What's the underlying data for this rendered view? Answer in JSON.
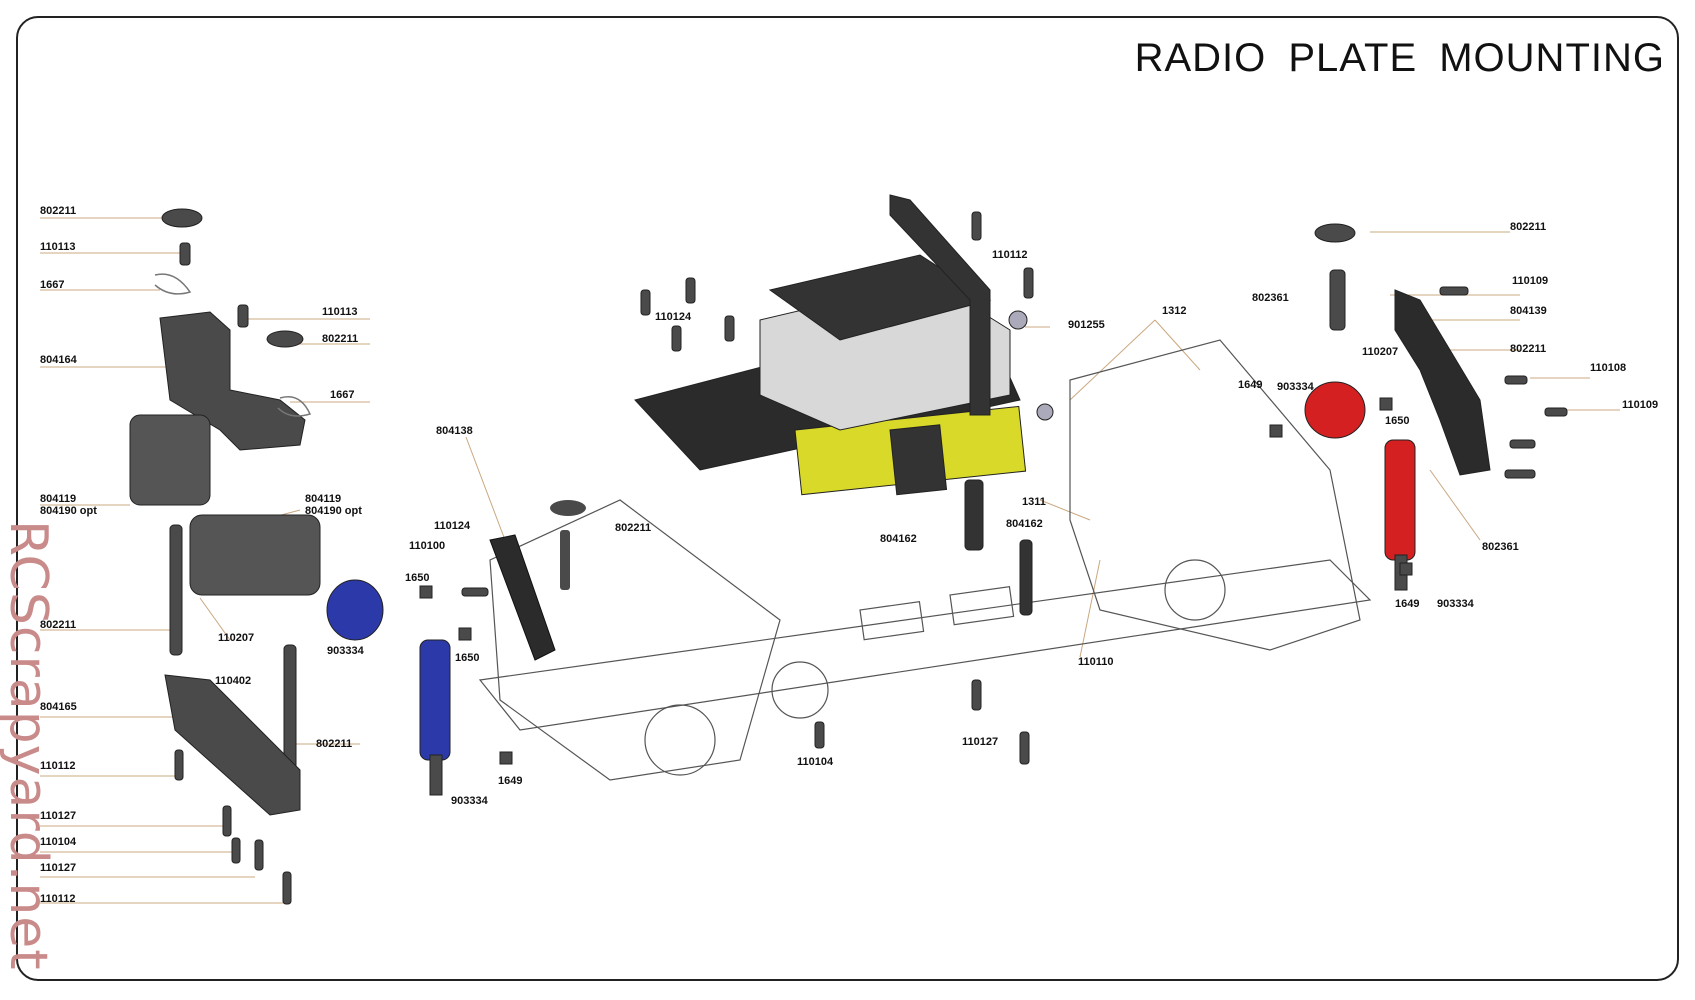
{
  "title": "RADIO PLATE MOUNTING",
  "watermark": "RCScrapyard.net",
  "colors": {
    "frame": "#222222",
    "part_dark": "#4a4a4a",
    "carbon": "#2b2b2b",
    "servo_box": "#d8d8d8",
    "battery": "#d9d92a",
    "shock_blue": "#2b3aa8",
    "shock_red": "#d42020",
    "leader": "#c9a880",
    "watermark": "#c98a8a"
  },
  "part_labels": [
    {
      "id": "l1",
      "text": "802211"
    },
    {
      "id": "l2",
      "text": "110113"
    },
    {
      "id": "l3",
      "text": "1667"
    },
    {
      "id": "l4",
      "text": "110113"
    },
    {
      "id": "l5",
      "text": "802211"
    },
    {
      "id": "l6",
      "text": "804164"
    },
    {
      "id": "l7",
      "text": "1667"
    },
    {
      "id": "l8",
      "text": "804119"
    },
    {
      "id": "l9",
      "text": "804190 opt"
    },
    {
      "id": "l10",
      "text": "804119"
    },
    {
      "id": "l11",
      "text": "804190 opt"
    },
    {
      "id": "l12",
      "text": "802211"
    },
    {
      "id": "l13",
      "text": "110207"
    },
    {
      "id": "l14",
      "text": "903334"
    },
    {
      "id": "l15",
      "text": "110402"
    },
    {
      "id": "l16",
      "text": "804165"
    },
    {
      "id": "l17",
      "text": "802211"
    },
    {
      "id": "l18",
      "text": "110112"
    },
    {
      "id": "l19",
      "text": "110127"
    },
    {
      "id": "l20",
      "text": "110104"
    },
    {
      "id": "l21",
      "text": "110127"
    },
    {
      "id": "l22",
      "text": "110112"
    },
    {
      "id": "l23",
      "text": "804138"
    },
    {
      "id": "l24",
      "text": "110124"
    },
    {
      "id": "l25",
      "text": "802211"
    },
    {
      "id": "l26",
      "text": "110100"
    },
    {
      "id": "l27",
      "text": "1650"
    },
    {
      "id": "l28",
      "text": "1650"
    },
    {
      "id": "l29",
      "text": "1649"
    },
    {
      "id": "l30",
      "text": "903334"
    },
    {
      "id": "l31",
      "text": "110124"
    },
    {
      "id": "l32",
      "text": "110112"
    },
    {
      "id": "l33",
      "text": "901255"
    },
    {
      "id": "l34",
      "text": "1312"
    },
    {
      "id": "l35",
      "text": "1311"
    },
    {
      "id": "l36",
      "text": "804162"
    },
    {
      "id": "l37",
      "text": "804162"
    },
    {
      "id": "l38",
      "text": "110110"
    },
    {
      "id": "l39",
      "text": "110104"
    },
    {
      "id": "l40",
      "text": "110127"
    },
    {
      "id": "l41",
      "text": "802211"
    },
    {
      "id": "l42",
      "text": "802361"
    },
    {
      "id": "l43",
      "text": "110109"
    },
    {
      "id": "l44",
      "text": "804139"
    },
    {
      "id": "l45",
      "text": "110207"
    },
    {
      "id": "l46",
      "text": "802211"
    },
    {
      "id": "l47",
      "text": "110108"
    },
    {
      "id": "l48",
      "text": "110109"
    },
    {
      "id": "l49",
      "text": "1649"
    },
    {
      "id": "l50",
      "text": "903334"
    },
    {
      "id": "l51",
      "text": "1650"
    },
    {
      "id": "l52",
      "text": "802361"
    },
    {
      "id": "l53",
      "text": "1649"
    },
    {
      "id": "l54",
      "text": "903334"
    }
  ]
}
